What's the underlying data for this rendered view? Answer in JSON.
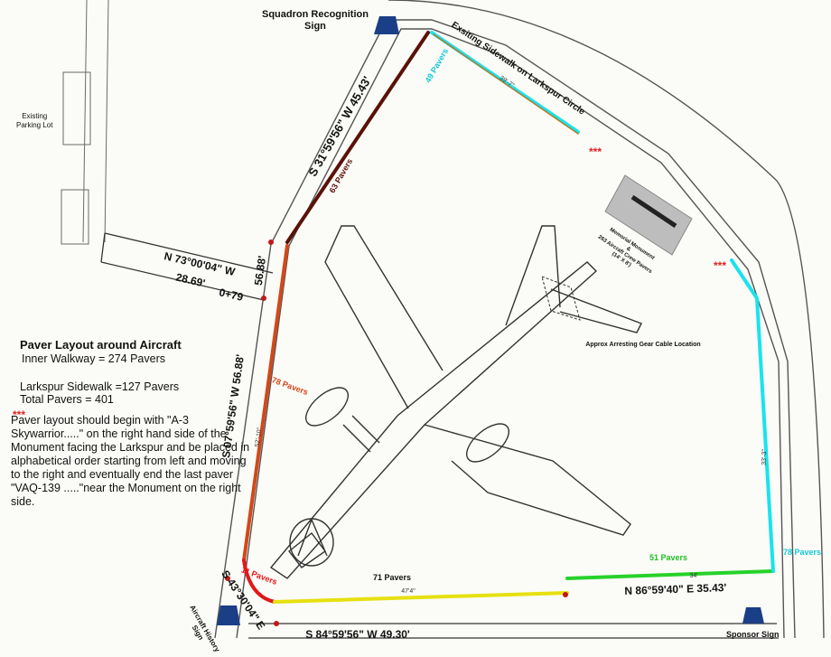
{
  "labels": {
    "parking_lot": "Existing\nParking Lot",
    "squadron_sign": "Squadron Recognition\nSign",
    "existing_sidewalk": "Exsiting Sidewalk on Larkspur Circle",
    "memorial": "Memorial Monument\n&\n263 Aircraft Crew Pavers\n(14' X 8')",
    "arresting_gear": "Approx Arresting Gear Cable Location",
    "aircraft_history_sign": "Aircraft History\nSign",
    "sponsor_sign": "Sponsor Sign",
    "stars": "***"
  },
  "bearings": {
    "north_left": "S 31°59'56\" W 45.43'",
    "walkway_bearing": "N 73°00'04\" W",
    "walkway_distance": "28.69'",
    "walkway_station": "0+79",
    "west_upper": "56.88'",
    "west_lower": "S 07°59'56\" W 56.88'",
    "south_inner": "N 86°59'40\" E 35.43'",
    "south_outer": "S 84°59'56\" W 49.30'",
    "southwest": "S 43°30'04\" E",
    "dim_west": "52'-10\"",
    "dim_south": "47'4\"",
    "dim_east": "33'-3\"",
    "dim_top": "39'-7\"",
    "dim_south_small": "34'"
  },
  "paver_counts": {
    "top": "49 Pavers",
    "north_west": "63 Pavers",
    "west": "78 Pavers",
    "south_west": "11 Pavers",
    "south": "71 Pavers",
    "south_east": "51 Pavers",
    "east": "78 Pavers"
  },
  "layout_box": {
    "title": "Paver Layout around Aircraft",
    "inner": "Inner Walkway = 274 Pavers",
    "larkspur": "Larkspur Sidewalk =127 Pavers",
    "total": "Total Pavers = 401",
    "stars": "***",
    "note": "Paver layout should begin with \"A-3 Skywarrior.....\" on the right hand  side of the Monument facing the Larkspur and be placed in alphabetical order starting from left and moving to the right and eventually end the last paver  \"VAQ-139 .....\"near the Monument on the right side."
  },
  "colors": {
    "cyan": "#19e3ee",
    "brown": "#5a1208",
    "orange": "#d2481a",
    "red": "#e01818",
    "yellow": "#e6e010",
    "green": "#27d22a",
    "orange_text": "#d2481a",
    "cyan_text": "#12c9d6",
    "green_text": "#1fbf22",
    "sign_blue": "#1b3f86"
  }
}
